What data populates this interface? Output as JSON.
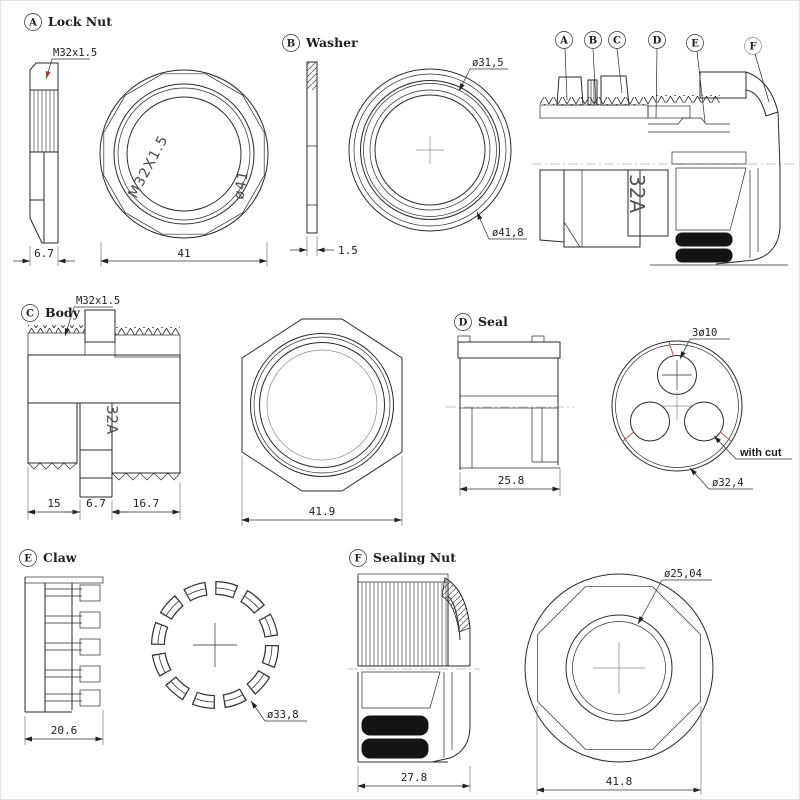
{
  "drawing": {
    "views": {
      "lock_nut": {
        "letter": "A",
        "title": "Lock Nut",
        "thread_callout": "M32x1.5",
        "engraving_thread": "M32X1.5",
        "engraving_diameter": "ø41",
        "dim_thickness": "6.7",
        "dim_outer": "41"
      },
      "washer": {
        "letter": "B",
        "title": "Washer",
        "dim_thickness": "1.5",
        "dim_inner": "ø31,5",
        "dim_outer": "ø41,8"
      },
      "assembly": {
        "part_labels": [
          "A",
          "B",
          "C",
          "D",
          "E",
          "F"
        ],
        "marking": "32A"
      },
      "body": {
        "letter": "C",
        "title": "Body",
        "thread_callout": "M32x1.5",
        "marking": "32A",
        "dim_thread_left": "15",
        "dim_neck": "6.7",
        "dim_thread_right": "16.7",
        "dim_across_flats": "41.9"
      },
      "seal": {
        "letter": "D",
        "title": "Seal",
        "dim_length": "25.8",
        "holes_callout": "3ø10",
        "cut_note": "with cut",
        "dim_outer": "ø32,4"
      },
      "claw": {
        "letter": "E",
        "title": "Claw",
        "dim_length": "20.6",
        "dim_outer": "ø33,8"
      },
      "sealing_nut": {
        "letter": "F",
        "title": "Sealing Nut",
        "dim_length": "27.8",
        "dim_bore": "ø25,04",
        "dim_outer": "41.8"
      }
    },
    "colors": {
      "line": "#2a2a2a",
      "cut_mark": "#c4534f",
      "background": "#ffffff"
    }
  }
}
